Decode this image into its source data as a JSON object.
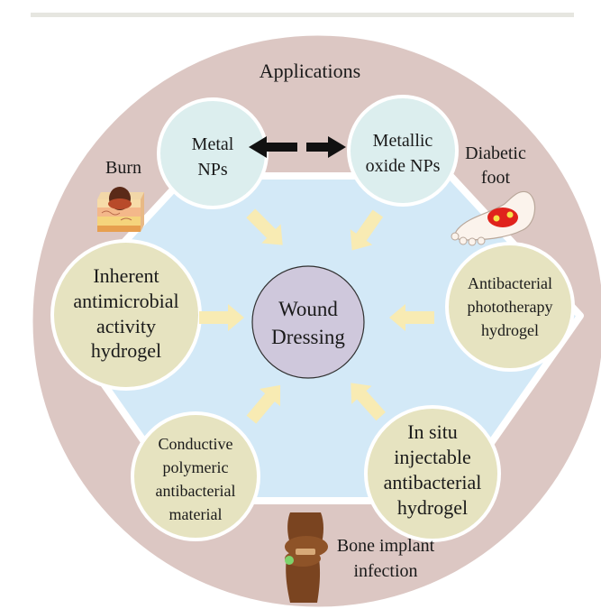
{
  "center": {
    "lines": [
      "Wound",
      "Dressing"
    ]
  },
  "ring_title": "Applications",
  "nodes": {
    "metal_nps": {
      "lines": [
        "Metal",
        "NPs"
      ]
    },
    "metallic_oxide_nps": {
      "lines": [
        "Metallic",
        "oxide NPs"
      ]
    },
    "inherent_antimicrobial": {
      "lines": [
        "Inherent",
        "antimicrobial",
        "activity",
        "hydrogel"
      ]
    },
    "antibacterial_phototherapy": {
      "lines": [
        "Antibacterial",
        "phototherapy",
        "hydrogel"
      ]
    },
    "conductive_polymeric": {
      "lines": [
        "Conductive",
        "polymeric",
        "antibacterial",
        "material"
      ]
    },
    "in_situ_injectable": {
      "lines": [
        "In situ",
        "injectable",
        "antibacterial",
        "hydrogel"
      ]
    }
  },
  "applications": {
    "burn": {
      "lines": [
        "Burn"
      ]
    },
    "diabetic_foot": {
      "lines": [
        "Diabetic",
        "foot"
      ]
    },
    "bone_implant_infection": {
      "lines": [
        "Bone implant",
        "infection"
      ]
    }
  },
  "colors": {
    "outer_ring": "#dcc7c3",
    "hexagon": "#d3e9f7",
    "center_circle": "#cfc8dc",
    "top_nodes": "#dceeee",
    "side_nodes": "#e6e3c0",
    "arrow_fill": "#f8ebb3",
    "double_arrow": "#111111",
    "top_rule": "#e6e6e0"
  }
}
